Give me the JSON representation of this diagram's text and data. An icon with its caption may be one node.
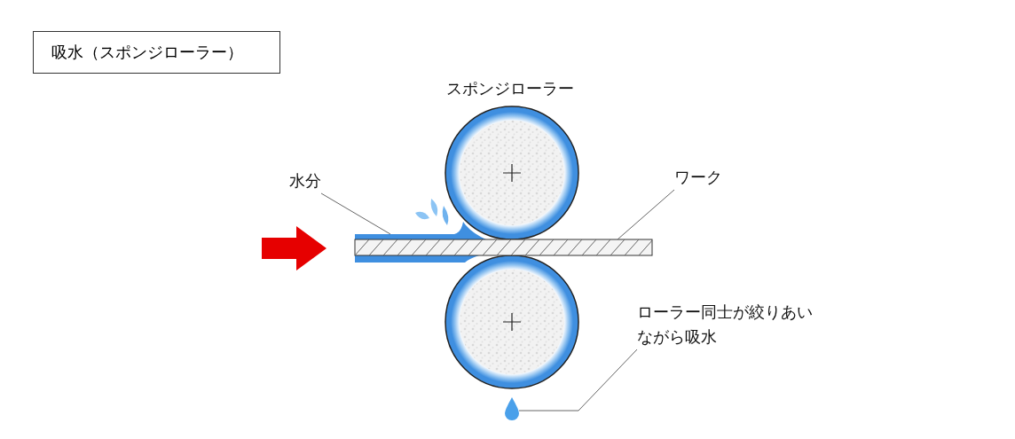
{
  "diagram": {
    "title": "吸水（スポンジローラー）",
    "nodes": [
      {
        "text": [
          "水分"
        ]
      },
      {
        "text": [],
        "shape": "bar"
      },
      {
        "text": [
          "ワーク"
        ]
      },
      {
        "text": [],
        "shape": "bar"
      },
      {
        "text": [
          "ローラー同士が絞りあいながら吸水"
        ]
      },
      {
        "text": [],
        "shape": "picture"
      }
    ],
    "edges": [
      {
        "from": 0,
        "to": 1,
        "arrow": "none"
      },
      {
        "from": 2,
        "to": 3,
        "arrow": "none"
      },
      {
        "from": 4,
        "to": 5,
        "arrow": "none"
      }
    ],
    "labels": [
      "スポンジローラー"
    ]
  }
}
